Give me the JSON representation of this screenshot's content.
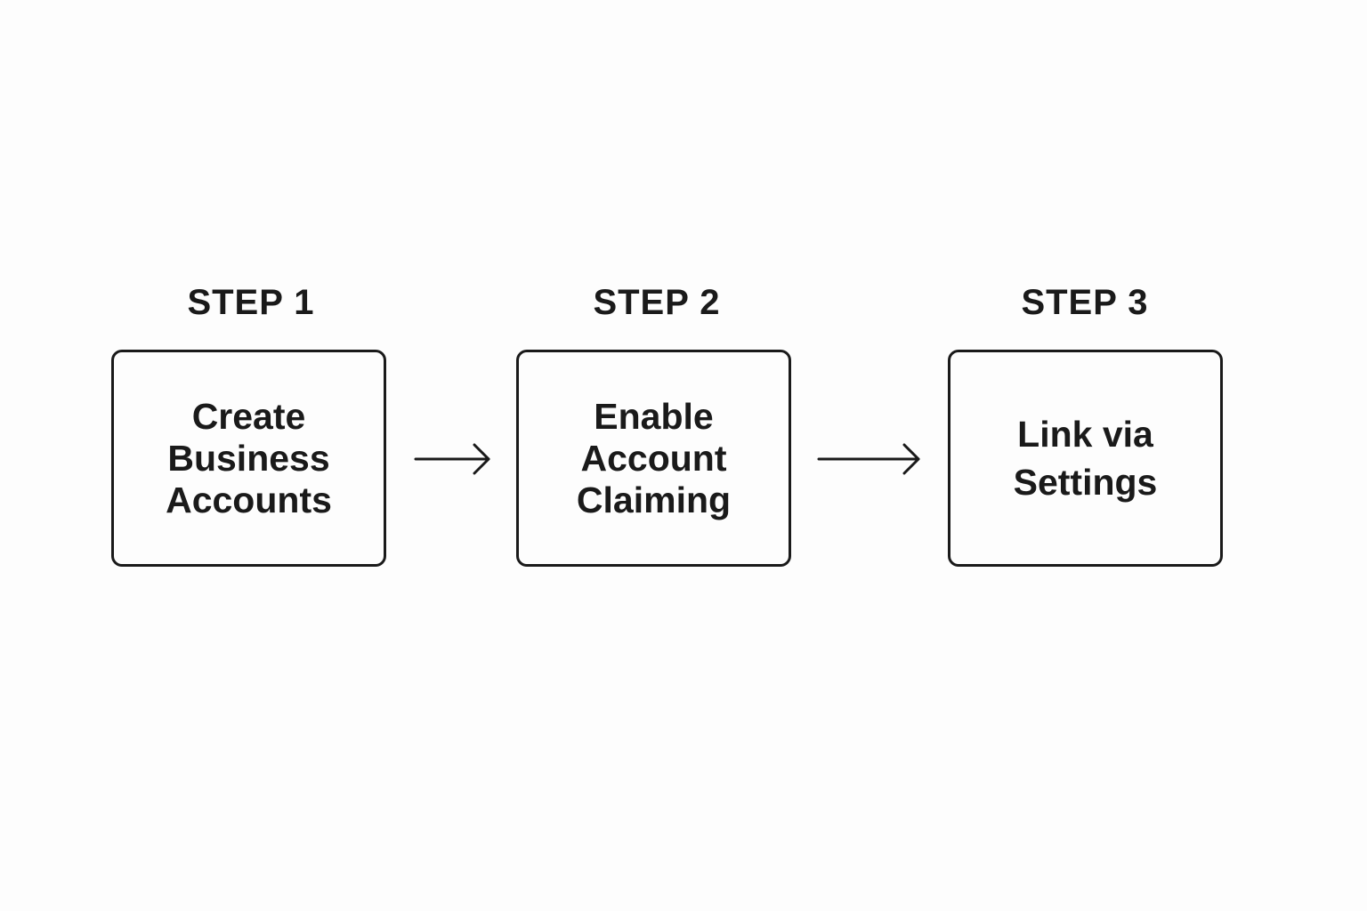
{
  "steps": [
    {
      "label": "STEP 1",
      "text": "Create\nBusiness\nAccounts"
    },
    {
      "label": "STEP 2",
      "text": "Enable\nAccount\nClaiming"
    },
    {
      "label": "STEP 3",
      "text": "Link via\nSettings"
    }
  ],
  "arrow_icon": "arrow-right-icon",
  "stroke_color": "#1a1a1a",
  "background_color": "#fdfdfd"
}
